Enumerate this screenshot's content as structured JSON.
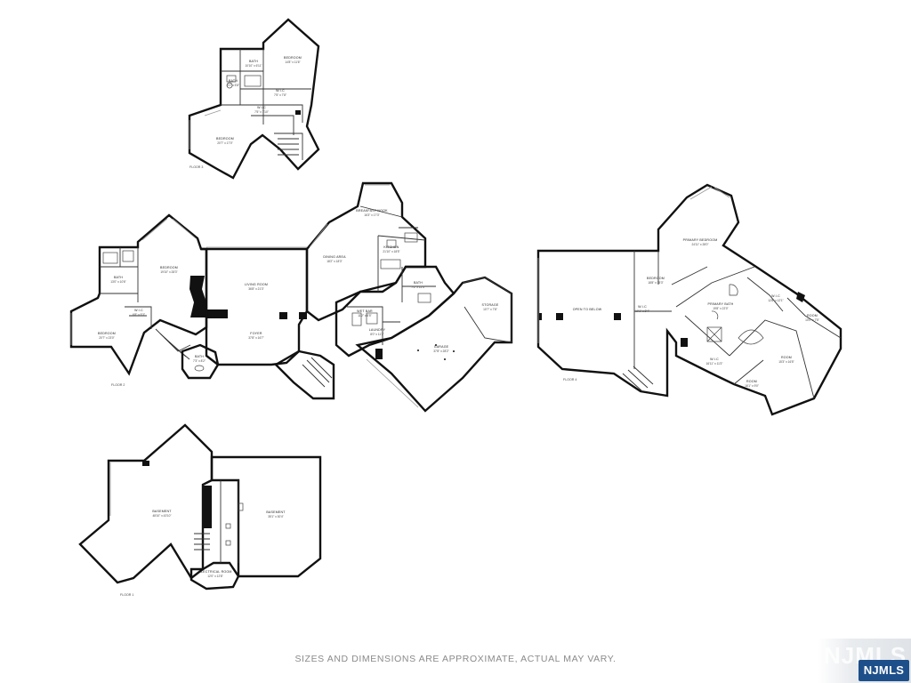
{
  "floors": [
    {
      "label": "FLOOR 3",
      "rooms": [
        {
          "name": "BEDROOM",
          "dims": "14'8\" x 11'6\""
        },
        {
          "name": "BATH",
          "dims": "10'10\" x 6'11\""
        },
        {
          "name": "BATH",
          "dims": "8'1\" x 5'8\""
        },
        {
          "name": "W.I.C",
          "dims": "7'5\" x 7'8\""
        },
        {
          "name": "W.I.C",
          "dims": "7'5\" x 7'10\""
        },
        {
          "name": "BEDROOM",
          "dims": "20'7\" x 17'0\""
        }
      ]
    },
    {
      "label": "FLOOR 2",
      "rooms": [
        {
          "name": "BATH",
          "dims": "13'0\" x 10'6\""
        },
        {
          "name": "BEDROOM",
          "dims": "19'10\" x 28'3\""
        },
        {
          "name": "W.I.C",
          "dims": "6'8\" x 5'3\""
        },
        {
          "name": "BEDROOM",
          "dims": "20'7\" x 23'0\""
        },
        {
          "name": "LIVING ROOM",
          "dims": "36'8\" x 21'3\""
        },
        {
          "name": "FOYER",
          "dims": "37'8\" x 16'7\""
        },
        {
          "name": "BATH",
          "dims": "7'3\" x 8'2\""
        },
        {
          "name": "DINING AREA",
          "dims": "18'2\" x 18'3\""
        },
        {
          "name": "BREAKFAST NOOK",
          "dims": "16'3\" x 17'3\""
        },
        {
          "name": "KITCHEN",
          "dims": "21'10\" x 18'5\""
        },
        {
          "name": "BATH",
          "dims": "7'6\" x 11'3\""
        },
        {
          "name": "WET BAR",
          "dims": "11'2\" x 5'5\""
        },
        {
          "name": "LAUNDRY",
          "dims": "8'0\" x 11'2\""
        },
        {
          "name": "STORAGE",
          "dims": "10'7\" x 7'8\""
        },
        {
          "name": "GARAGE",
          "dims": "37'8\" x 28'2\""
        }
      ]
    },
    {
      "label": "FLOOR 4",
      "rooms": [
        {
          "name": "OPEN TO BELOW",
          "dims": ""
        },
        {
          "name": "BEDROOM",
          "dims": "18'8\" x 15'3\""
        },
        {
          "name": "W.I.C",
          "dims": "10'1\" x 8'4\""
        },
        {
          "name": "PRIMARY BEDROOM",
          "dims": "24'11\" x 28'0\""
        },
        {
          "name": "PRIMARY BATH",
          "dims": "19'8\" x 22'0\""
        },
        {
          "name": "W.I.C",
          "dims": "12'8\" x 12'1\""
        },
        {
          "name": "W.I.C",
          "dims": "16'11\" x 11'3\""
        },
        {
          "name": "ROOM",
          "dims": "10'0\" x 7'5\""
        },
        {
          "name": "ROOM",
          "dims": "15'3\" x 16'5\""
        },
        {
          "name": "ROOM",
          "dims": "16'1\" x 9'0\""
        }
      ]
    },
    {
      "label": "FLOOR 1",
      "rooms": [
        {
          "name": "BASEMENT",
          "dims": "48'10\" x 43'10\""
        },
        {
          "name": "BASEMENT",
          "dims": "35'1\" x 30'4\""
        },
        {
          "name": "ELECTRICAL ROOM",
          "dims": "12'0\" x 12'8\""
        }
      ]
    }
  ],
  "disclaimer": "SIZES AND DIMENSIONS ARE APPROXIMATE, ACTUAL MAY VARY.",
  "logo": {
    "ghost_text": "NJMLS",
    "badge_text": "NJMLS",
    "badge_color": "#1d4f8a"
  }
}
